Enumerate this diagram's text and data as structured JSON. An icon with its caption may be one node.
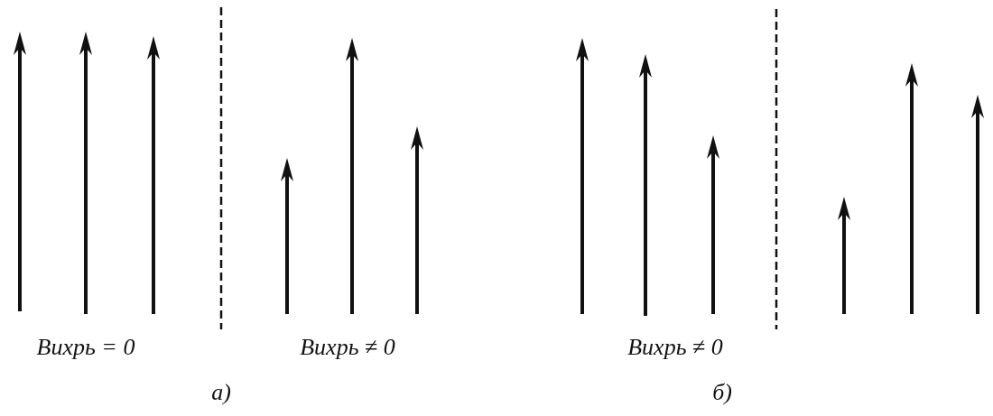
{
  "diagram": {
    "labels": [
      "Вихрь = 0",
      "Вихрь ≠ 0",
      "а)",
      "Вихрь ≠ 0",
      "б)"
    ]
  }
}
